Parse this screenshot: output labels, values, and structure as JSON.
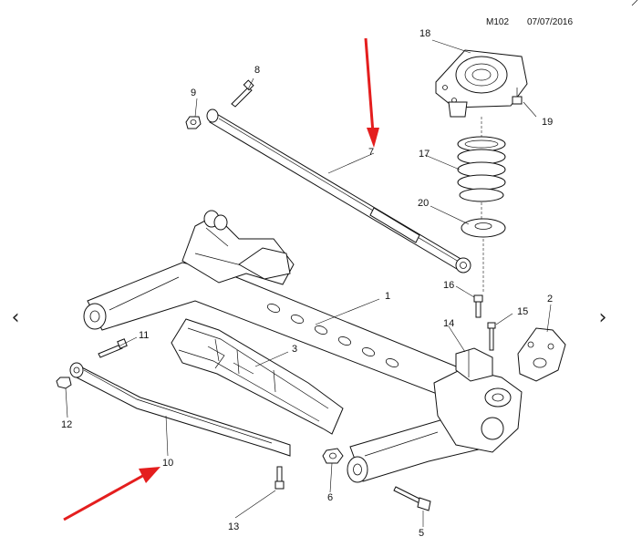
{
  "header": {
    "code": "M102",
    "date": "07/07/2016"
  },
  "callouts": [
    "1",
    "2",
    "3",
    "5",
    "6",
    "7",
    "8",
    "9",
    "10",
    "11",
    "12",
    "13",
    "14",
    "15",
    "16",
    "17",
    "18",
    "19",
    "20"
  ],
  "nav": {
    "prev_icon": "chevron-left-icon",
    "next_icon": "chevron-right-icon",
    "prev_glyph": "‹",
    "next_glyph": "›"
  },
  "colors": {
    "arrow": "#e41e1e",
    "line": "#111111",
    "background": "#ffffff"
  }
}
